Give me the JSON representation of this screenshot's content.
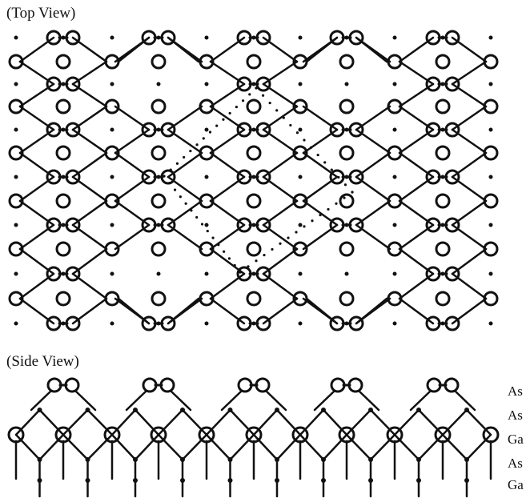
{
  "top_view": {
    "title": "(Top View)"
  },
  "side_view": {
    "title": "(Side View)",
    "layer_labels": [
      "As",
      "As",
      "Ga",
      "As",
      "Ga"
    ]
  },
  "colors": {
    "ink": "#111111",
    "background": "#ffffff"
  }
}
